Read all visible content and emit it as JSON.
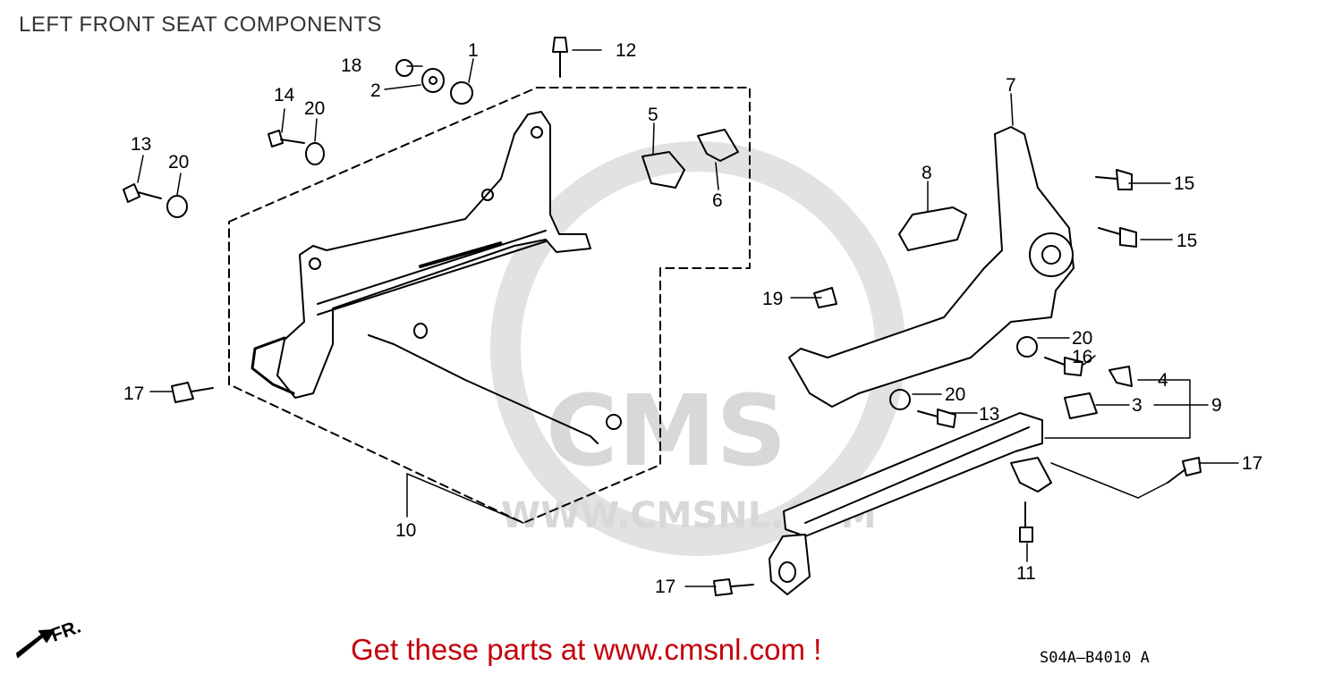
{
  "title": "LEFT FRONT SEAT COMPONENTS",
  "watermark": {
    "logo_text": "CMS",
    "url_text": "WWW.CMSNL.COM"
  },
  "footer": {
    "cta": "Get these parts at www.cmsnl.com !",
    "code": "S04A–B4010 A"
  },
  "front_marker": "FR.",
  "callouts": [
    {
      "id": "c1",
      "text": "1"
    },
    {
      "id": "c2",
      "text": "2"
    },
    {
      "id": "c3",
      "text": "3"
    },
    {
      "id": "c4",
      "text": "4"
    },
    {
      "id": "c5",
      "text": "5"
    },
    {
      "id": "c6",
      "text": "6"
    },
    {
      "id": "c7",
      "text": "7"
    },
    {
      "id": "c8",
      "text": "8"
    },
    {
      "id": "c9",
      "text": "9"
    },
    {
      "id": "c10",
      "text": "10"
    },
    {
      "id": "c11",
      "text": "11"
    },
    {
      "id": "c12",
      "text": "12"
    },
    {
      "id": "c13a",
      "text": "13"
    },
    {
      "id": "c13b",
      "text": "13"
    },
    {
      "id": "c14",
      "text": "14"
    },
    {
      "id": "c15a",
      "text": "15"
    },
    {
      "id": "c15b",
      "text": "15"
    },
    {
      "id": "c16",
      "text": "16"
    },
    {
      "id": "c17a",
      "text": "17"
    },
    {
      "id": "c17b",
      "text": "17"
    },
    {
      "id": "c17c",
      "text": "17"
    },
    {
      "id": "c18",
      "text": "18"
    },
    {
      "id": "c19",
      "text": "19"
    },
    {
      "id": "c20a",
      "text": "20"
    },
    {
      "id": "c20b",
      "text": "20"
    },
    {
      "id": "c20c",
      "text": "20"
    },
    {
      "id": "c20d",
      "text": "20"
    }
  ]
}
